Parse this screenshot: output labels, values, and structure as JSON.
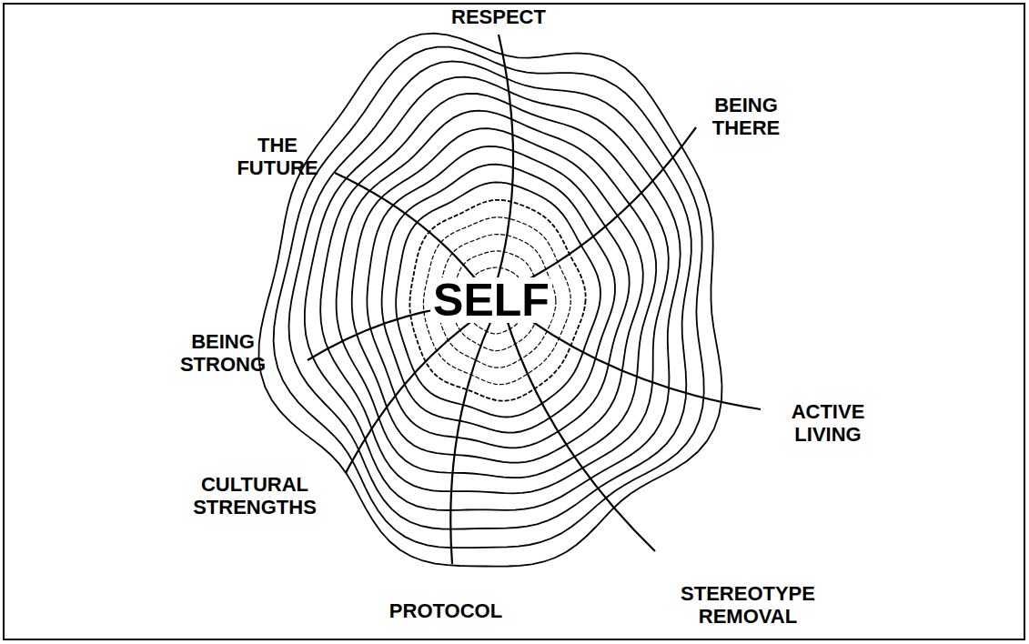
{
  "diagram": {
    "labels": [
      "RESPECT",
      "BEING THERE",
      "THE FUTURE",
      "BEING STRONG",
      "ACTIVE LIVING",
      "CULTURAL STRENGTHS",
      "PROTOCOL",
      "STEREOTYPE REMOVAL",
      "SELF"
    ]
  }
}
